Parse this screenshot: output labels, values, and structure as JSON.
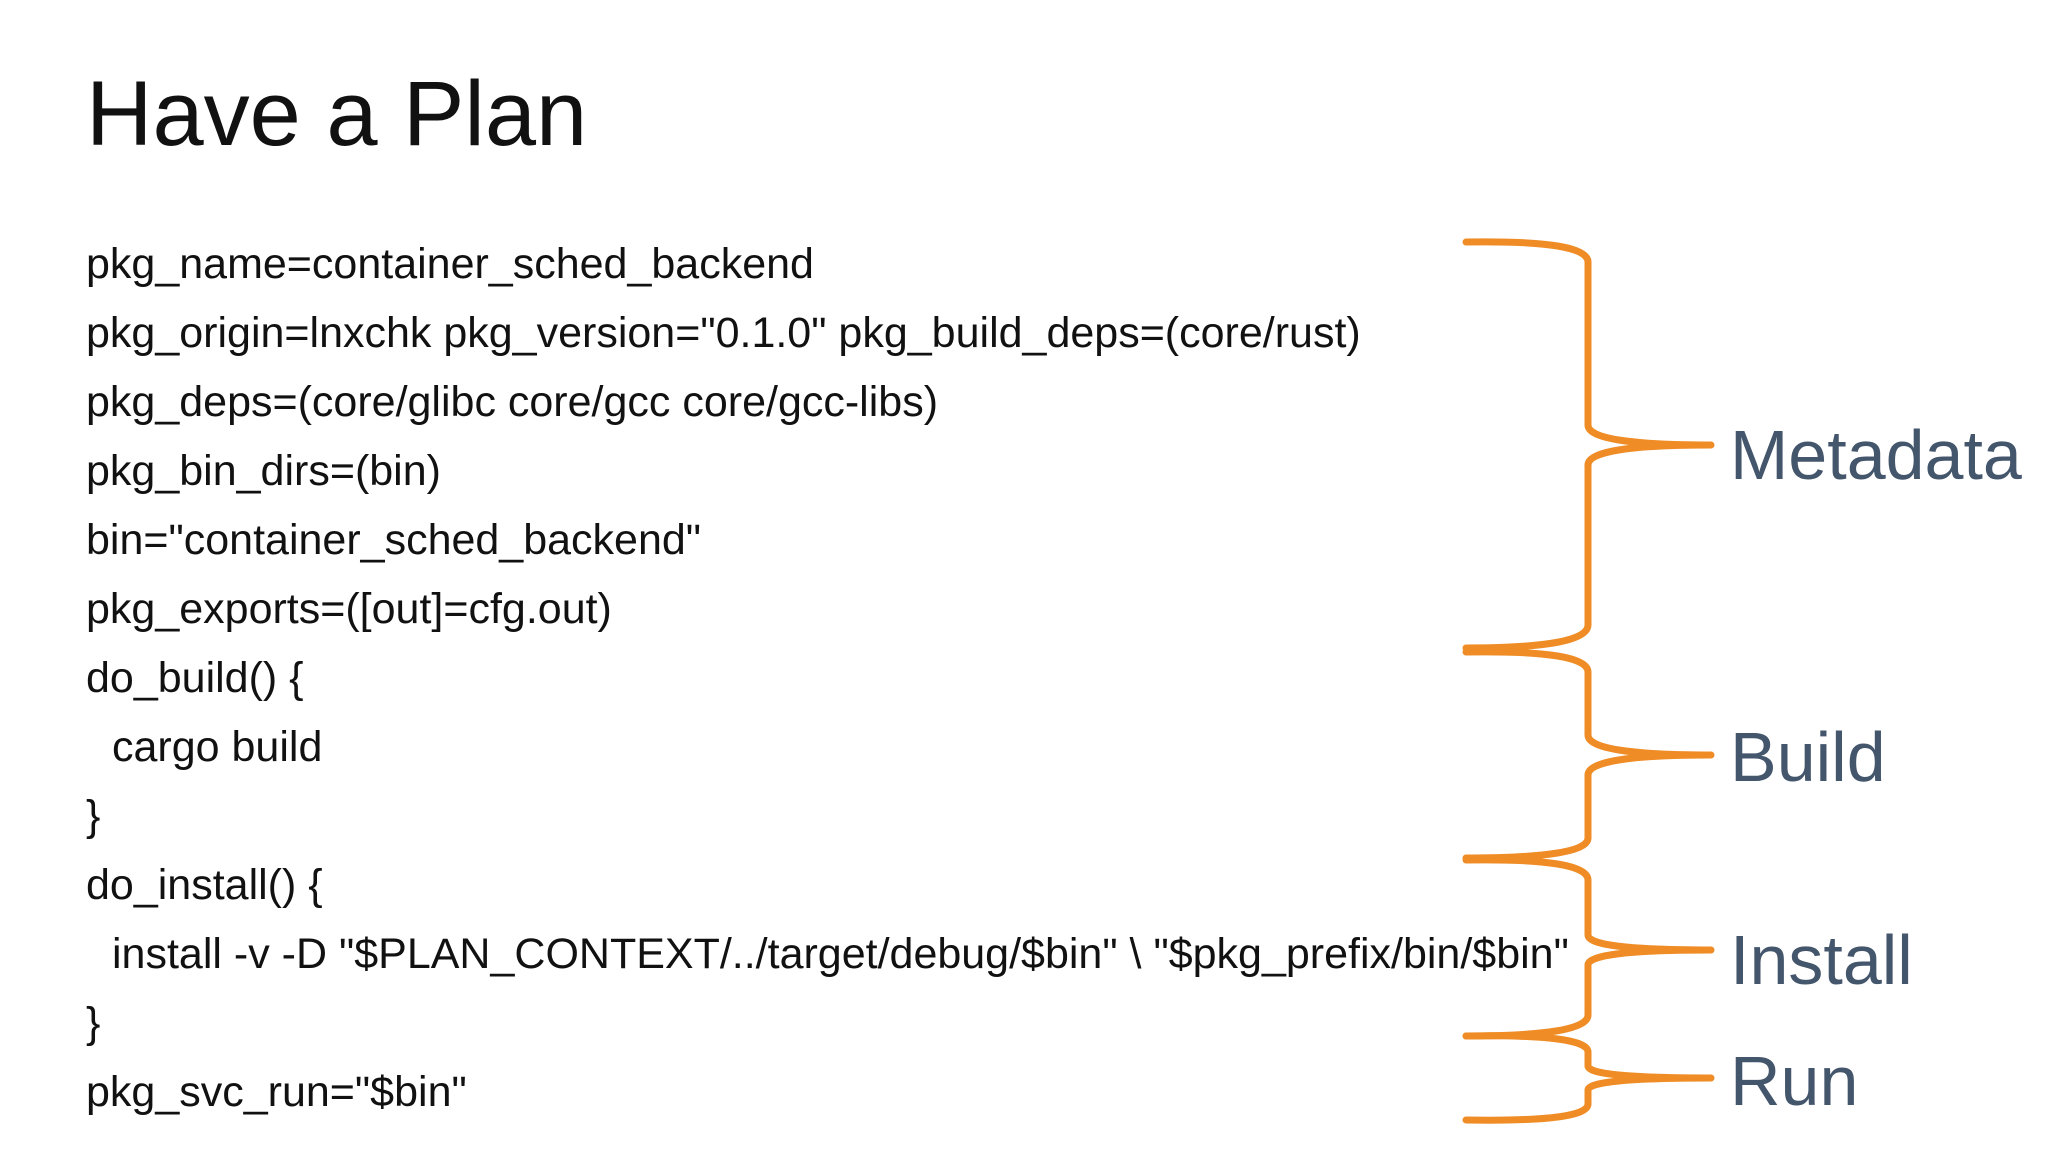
{
  "slide": {
    "title": "Have a Plan",
    "code_lines": [
      {
        "text": "pkg_name=container_sched_backend",
        "indent": false
      },
      {
        "text": "pkg_origin=lnxchk pkg_version=\"0.1.0\" pkg_build_deps=(core/rust)",
        "indent": false
      },
      {
        "text": "pkg_deps=(core/glibc core/gcc core/gcc-libs)",
        "indent": false
      },
      {
        "text": "pkg_bin_dirs=(bin)",
        "indent": false
      },
      {
        "text": "bin=\"container_sched_backend\"",
        "indent": false
      },
      {
        "text": "pkg_exports=([out]=cfg.out)",
        "indent": false
      },
      {
        "text": "do_build() {",
        "indent": false
      },
      {
        "text": "cargo build",
        "indent": true
      },
      {
        "text": "}",
        "indent": false
      },
      {
        "text": "do_install() {",
        "indent": false
      },
      {
        "text": "install -v -D \"$PLAN_CONTEXT/../target/debug/$bin\" \\ \"$pkg_prefix/bin/$bin\"",
        "indent": true
      },
      {
        "text": "}",
        "indent": false
      },
      {
        "text": "pkg_svc_run=\"$bin\"",
        "indent": false
      }
    ],
    "sections": {
      "metadata": "Metadata",
      "build": "Build",
      "install": "Install",
      "run": "Run"
    },
    "colors": {
      "brace": "#ef8c25",
      "label": "#44566c",
      "text": "#111111",
      "background": "#ffffff"
    }
  }
}
